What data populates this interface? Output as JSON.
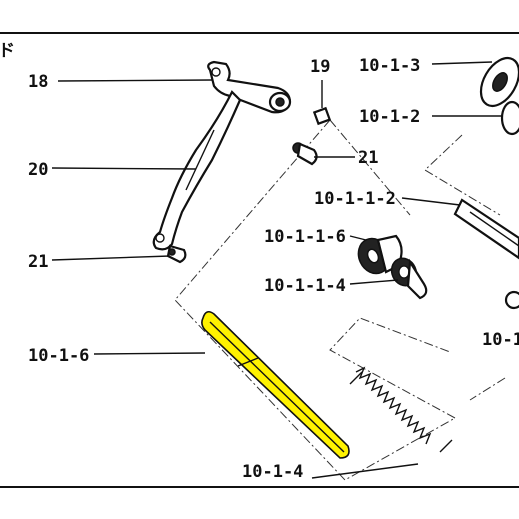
{
  "header_fragment": "ド",
  "labels": {
    "p18": "18",
    "p19": "19",
    "p10_1_3": "10-1-3",
    "p10_1_2": "10-1-2",
    "p21_upper": "21",
    "p20": "20",
    "p10_1_1_2": "10-1-1-2",
    "p10_1_1_6": "10-1-1-6",
    "p21_lower": "21",
    "p10_1_1_4": "10-1-1-4",
    "p10_1_6": "10-1-6",
    "p10_1_right": "10-1",
    "p10_1_4": "10-1-4"
  },
  "highlight_color": "#fff200"
}
